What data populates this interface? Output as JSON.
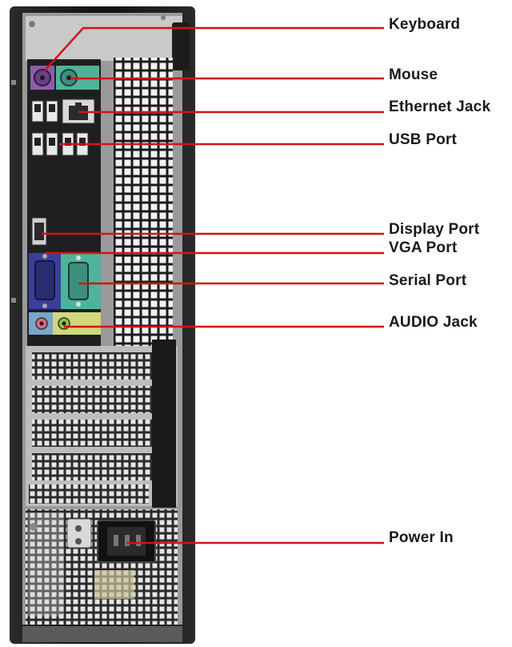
{
  "labels": {
    "keyboard": "Keyboard",
    "mouse": "Mouse",
    "ethernet": "Ethernet Jack",
    "usb": "USB Port",
    "display": "Display Port",
    "vga": "VGA Port",
    "serial": "Serial Port",
    "audio": "AUDIO Jack",
    "power": "Power In"
  },
  "colors": {
    "leader_line": "#d21414",
    "case_black": "#141414",
    "panel_grey": "#b8b8b8",
    "keyboard_port": "#8e5ca8",
    "mouse_port": "#4fb39a",
    "vga_port": "#3b3f9a",
    "serial_port": "#4fb39a",
    "audio_pink": "#d96a8a",
    "audio_green": "#8cc63f"
  }
}
